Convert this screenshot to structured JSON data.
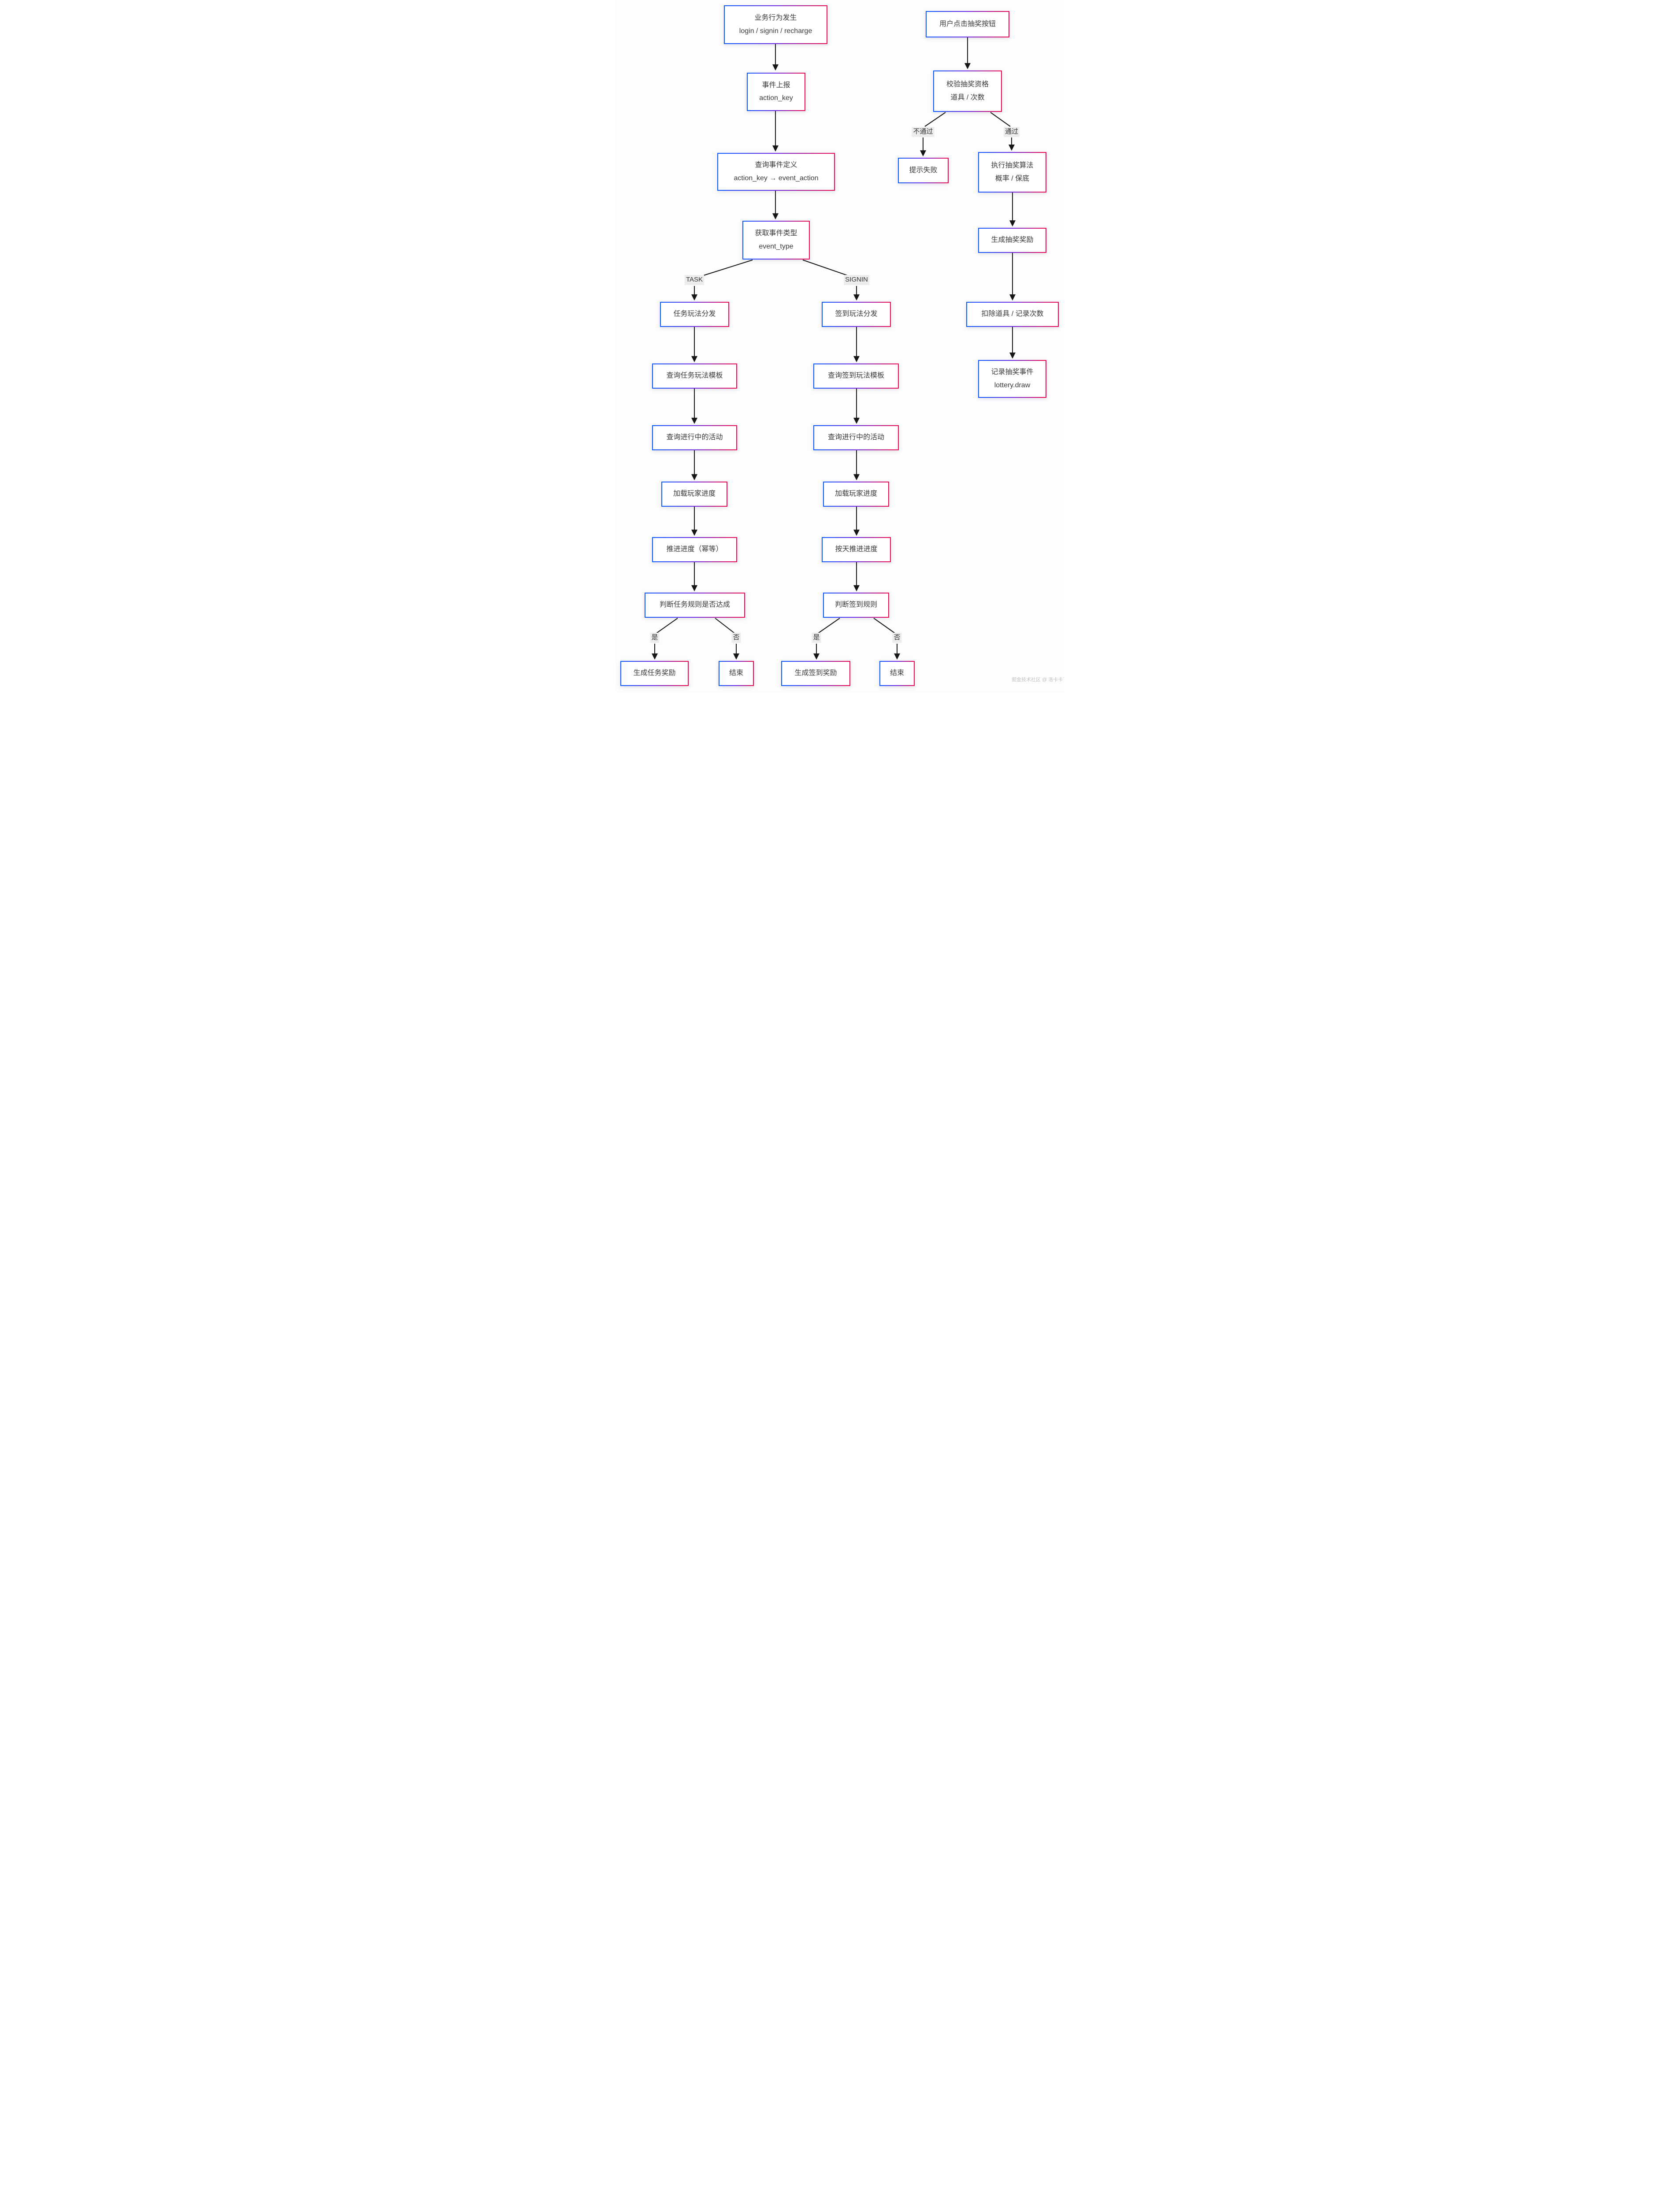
{
  "diagram": {
    "type": "flowchart",
    "watermark": "掘金技术社区 @ 洛卡卡了",
    "colors": {
      "border_gradient_start": "#0b5cff",
      "border_gradient_mid": "#6d2ce8",
      "border_gradient_end": "#ef0a4e",
      "connector": "#161616",
      "edge_label_bg": "#ededee",
      "node_bg": "#ffffff",
      "text": "#3a3a3a"
    },
    "edge_labels": {
      "task": "TASK",
      "signin": "SIGNIN",
      "yes": "是",
      "no": "否",
      "fail": "不通过",
      "pass": "通过"
    },
    "event_flow": {
      "business_action": {
        "line1": "业务行为发生",
        "line2": "login / signin / recharge"
      },
      "event_report": {
        "line1": "事件上报",
        "line2": "action_key"
      },
      "query_event_definition": {
        "line1": "查询事件定义",
        "line2": "action_key → event_action"
      },
      "get_event_type": {
        "line1": "获取事件类型",
        "line2": "event_type"
      }
    },
    "task_branch": {
      "dispatch": "任务玩法分发",
      "query_template": "查询任务玩法模板",
      "query_active": "查询进行中的活动",
      "load_progress": "加载玩家进度",
      "advance_progress": "推进进度（幂等）",
      "check_rule": "判断任务规则是否达成",
      "reward": "生成任务奖励",
      "end": "结束"
    },
    "signin_branch": {
      "dispatch": "签到玩法分发",
      "query_template": "查询签到玩法模板",
      "query_active": "查询进行中的活动",
      "load_progress": "加载玩家进度",
      "advance_daily": "按天推进进度",
      "check_rule": "判断签到规则",
      "reward": "生成签到奖励",
      "end": "结束"
    },
    "lottery_flow": {
      "click_button": "用户点击抽奖按钮",
      "verify": {
        "line1": "校验抽奖资格",
        "line2": "道具 / 次数"
      },
      "fail_tip": "提示失败",
      "run_algorithm": {
        "line1": "执行抽奖算法",
        "line2": "概率 / 保底"
      },
      "generate_reward": "生成抽奖奖励",
      "deduct": "扣除道具 / 记录次数",
      "record_event": {
        "line1": "记录抽奖事件",
        "line2": "lottery.draw"
      }
    }
  }
}
